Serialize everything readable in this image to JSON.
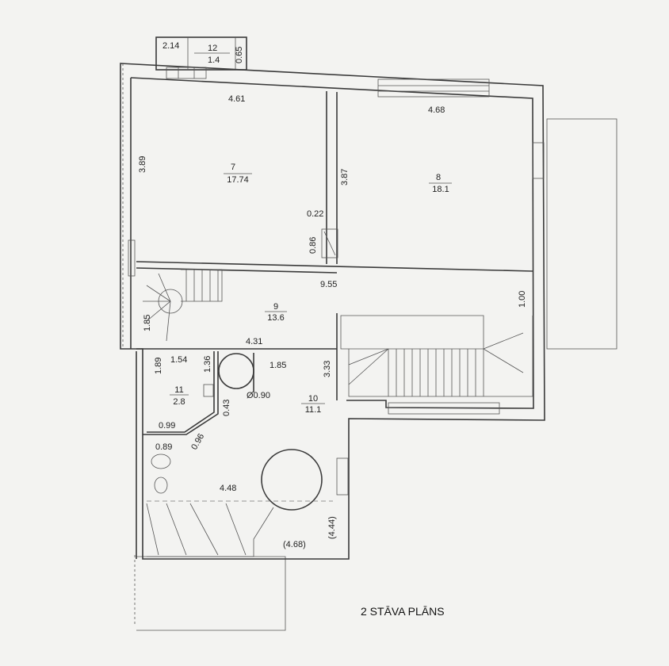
{
  "title": "2 STĀVA PLĀNS",
  "balcony": {
    "width": "2.14",
    "number": "12",
    "area": "1.4",
    "depth": "0.65"
  },
  "rooms": [
    {
      "id": "room-7",
      "number": "7",
      "area": "17.74"
    },
    {
      "id": "room-8",
      "number": "8",
      "area": "18.1"
    },
    {
      "id": "room-9",
      "number": "9",
      "area": "13.6"
    },
    {
      "id": "room-10",
      "number": "10",
      "area": "11.1"
    },
    {
      "id": "room-11",
      "number": "11",
      "area": "2.8"
    }
  ],
  "dimensions": {
    "room7_width": "4.61",
    "room8_width": "4.68",
    "room7_height": "3.89",
    "room8_height": "3.87",
    "partition_thickness": "0.22",
    "door_width": "0.86",
    "corridor_length": "9.55",
    "corridor_width": "1.00",
    "stair_width": "1.85",
    "room10_top": "4.31",
    "room11_height": "1.89",
    "room11_width": "1.54",
    "closet_height": "1.36",
    "room10_inner": "1.85",
    "room10_height": "3.33",
    "column_diameter": "Ø0.90",
    "wall_segment": "0.43",
    "room11_bottom": "0.99",
    "diagonal": "0.96",
    "toilet_width": "0.89",
    "room10_width": "4.48",
    "outer_width": "(4.68)",
    "outer_height": "(4.44)"
  }
}
